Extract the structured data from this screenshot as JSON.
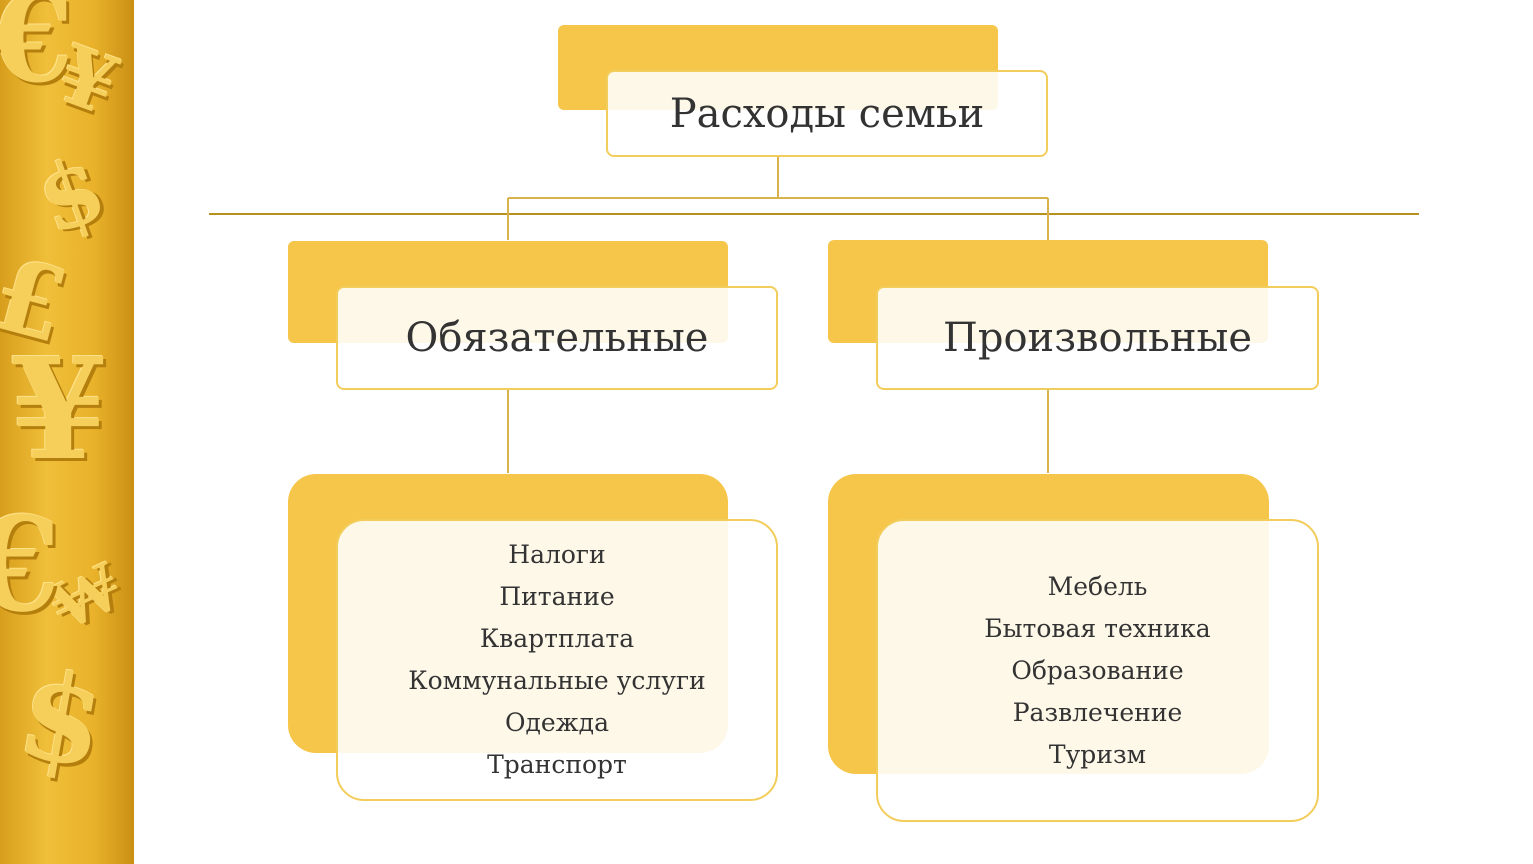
{
  "diagram": {
    "root": {
      "label": "Расходы семьи"
    },
    "branches": [
      {
        "label": "Обязательные",
        "items": [
          "Налоги",
          "Питание",
          "Квартплата",
          "Коммунальные услуги",
          "Одежда",
          "Транспорт"
        ]
      },
      {
        "label": "Произвольные",
        "items": [
          "Мебель",
          "Бытовая техника",
          "Образование",
          "Развлечение",
          "Туризм"
        ]
      }
    ]
  },
  "decoration": {
    "strip_symbols": [
      "€",
      "$",
      "£",
      "¥",
      "₩",
      "€",
      "$",
      "¥"
    ],
    "colors": {
      "accent": "#f5c64a",
      "border": "#f3cd5c",
      "rule": "#b8921f",
      "text": "#333333"
    }
  }
}
